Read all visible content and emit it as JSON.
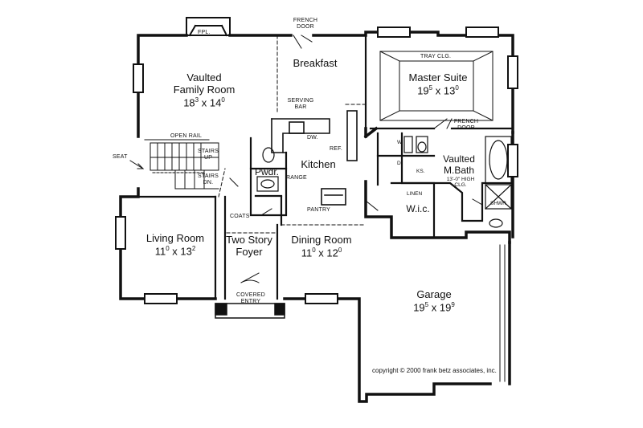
{
  "rooms": {
    "family": {
      "line1": "Vaulted",
      "line2": "Family Room",
      "w_ft": "18",
      "w_in": "3",
      "l_ft": "14",
      "l_in": "0"
    },
    "breakfast": {
      "name": "Breakfast"
    },
    "kitchen": {
      "name": "Kitchen"
    },
    "master": {
      "name": "Master Suite",
      "w_ft": "19",
      "w_in": "5",
      "l_ft": "13",
      "l_in": "0"
    },
    "mbath": {
      "line1": "Vaulted",
      "line2": "M.Bath"
    },
    "wic": {
      "name": "W.i.c."
    },
    "pwdr": {
      "name": "Pwdr."
    },
    "living": {
      "name": "Living Room",
      "w_ft": "11",
      "w_in": "0",
      "l_ft": "13",
      "l_in": "2"
    },
    "foyer": {
      "line1": "Two Story",
      "line2": "Foyer"
    },
    "dining": {
      "name": "Dining Room",
      "w_ft": "11",
      "w_in": "0",
      "l_ft": "12",
      "l_in": "0"
    },
    "garage": {
      "name": "Garage",
      "w_ft": "19",
      "w_in": "5",
      "l_ft": "19",
      "l_in": "9"
    }
  },
  "notes": {
    "fpl": "FPL.",
    "french_door_top_1": "FRENCH",
    "french_door_top_2": "DOOR",
    "tray_clg": "TRAY CLG.",
    "serving_bar_1": "SERVING",
    "serving_bar_2": "BAR",
    "dw": "DW.",
    "ref": "REF.",
    "range": "RANGE",
    "pantry": "PANTRY",
    "open_rail": "OPEN RAIL",
    "stairs_up_1": "STAIRS",
    "stairs_up_2": "UP",
    "stairs_dn_1": "STAIRS",
    "stairs_dn_2": "DN.",
    "seat": "SEAT",
    "coats": "COATS",
    "covered_entry_1": "COVERED",
    "covered_entry_2": "ENTRY",
    "french_door_master_1": "FRENCH",
    "french_door_master_2": "DOOR",
    "w": "W",
    "d": "D.",
    "ks": "KS.",
    "linen": "LINEN",
    "shwr": "SHWR",
    "mbath_ceiling_1": "13'-0\" HIGH",
    "mbath_ceiling_2": "CLG.",
    "copyright": "copyright © 2000 frank betz associates, inc."
  }
}
